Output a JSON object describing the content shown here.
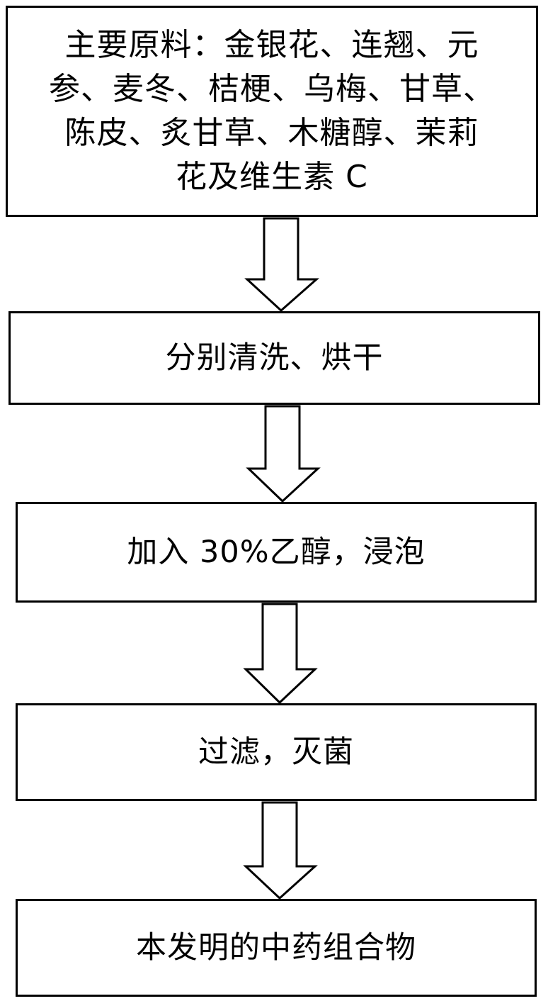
{
  "steps": [
    {
      "text": "主要原料：金银花、连翘、元\n参、麦冬、桔梗、乌梅、甘草、\n陈皮、炙甘草、木糖醇、茉莉\n花及维生素 C"
    },
    {
      "text": "分别清洗、烘干"
    },
    {
      "text": "加入 30%乙醇，浸泡"
    },
    {
      "text": "过滤，灭菌"
    },
    {
      "text": "本发明的中药组合物"
    }
  ],
  "colors": {
    "stroke": "#000000",
    "background": "#ffffff"
  }
}
